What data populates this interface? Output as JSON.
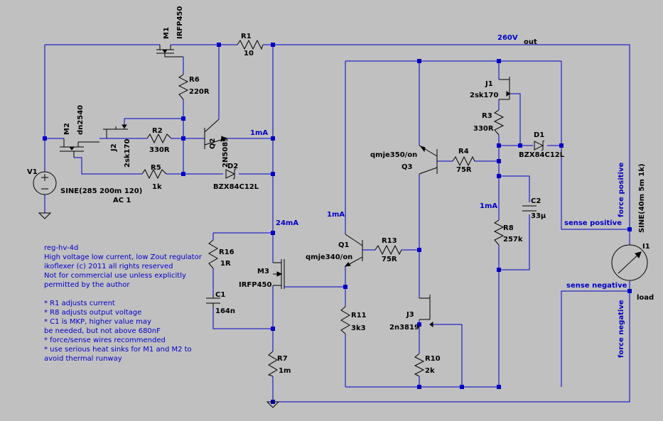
{
  "title": "reg-hv-4d",
  "components": {
    "M1": {
      "ref": "M1",
      "value": "IRFP450"
    },
    "M2": {
      "ref": "M2",
      "value": "dn2540"
    },
    "M3": {
      "ref": "M3",
      "value": "IRFP450"
    },
    "R1": {
      "ref": "R1",
      "value": "10"
    },
    "R2": {
      "ref": "R2",
      "value": "330R"
    },
    "R3": {
      "ref": "R3",
      "value": "330R"
    },
    "R4": {
      "ref": "R4",
      "value": "75R"
    },
    "R5": {
      "ref": "R5",
      "value": "1k"
    },
    "R6": {
      "ref": "R6",
      "value": "220R"
    },
    "R7": {
      "ref": "R7",
      "value": "1m"
    },
    "R8": {
      "ref": "R8",
      "value": "257k"
    },
    "R10": {
      "ref": "R10",
      "value": "2k"
    },
    "R11": {
      "ref": "R11",
      "value": "3k3"
    },
    "R13": {
      "ref": "R13",
      "value": "75R"
    },
    "R16": {
      "ref": "R16",
      "value": "1R"
    },
    "C1": {
      "ref": "C1",
      "value": "164n"
    },
    "C2": {
      "ref": "C2",
      "value": "33µ"
    },
    "D1": {
      "ref": "D1",
      "value": "BZX84C12L"
    },
    "D2": {
      "ref": "D2",
      "value": "BZX84C12L"
    },
    "Q1": {
      "ref": "Q1",
      "value": "qmje340/on"
    },
    "Q2": {
      "ref": "Q2",
      "value": "2N5089"
    },
    "Q3": {
      "ref": "Q3",
      "value": "qmje350/on"
    },
    "J1": {
      "ref": "J1",
      "value": "2sk170"
    },
    "J2": {
      "ref": "J2",
      "value": "2sk170"
    },
    "J3": {
      "ref": "J3",
      "value": "2n3819"
    },
    "V1": {
      "ref": "V1",
      "value": "SINE(285 200m 120)",
      "ac": "AC 1"
    },
    "I1": {
      "ref": "I1",
      "value": "SINE(40m 5m 1k)"
    }
  },
  "net_labels": {
    "v260": "260V",
    "out": "out",
    "load": "load",
    "sense_positive": "sense positive",
    "sense_negative": "sense negative",
    "force_positive": "force positive",
    "force_negative": "force negative"
  },
  "current_notes": {
    "q2_branch": "1mA",
    "m3_branch": "24mA",
    "q1_branch": "1mA",
    "r8_branch": "1mA"
  },
  "comment_lines": [
    "reg-hv-4d",
    "High voltage low current, low Zout regulator",
    "ikoflexer (c) 2011 all rights reserved",
    "Not for commercial use unless explicitly",
    "permitted by the author",
    "",
    "* R1 adjusts current",
    "* R8 adjusts output voltage",
    "* C1 is MKP, higher value may",
    "be needed, but not above 680nF",
    "* force/sense wires recommended",
    "* use serious heat sinks for M1 and M2 to",
    "avoid thermal runway"
  ],
  "colors": {
    "background": "#c0c0c0",
    "wire": "#0000c8",
    "component": "#000000"
  }
}
